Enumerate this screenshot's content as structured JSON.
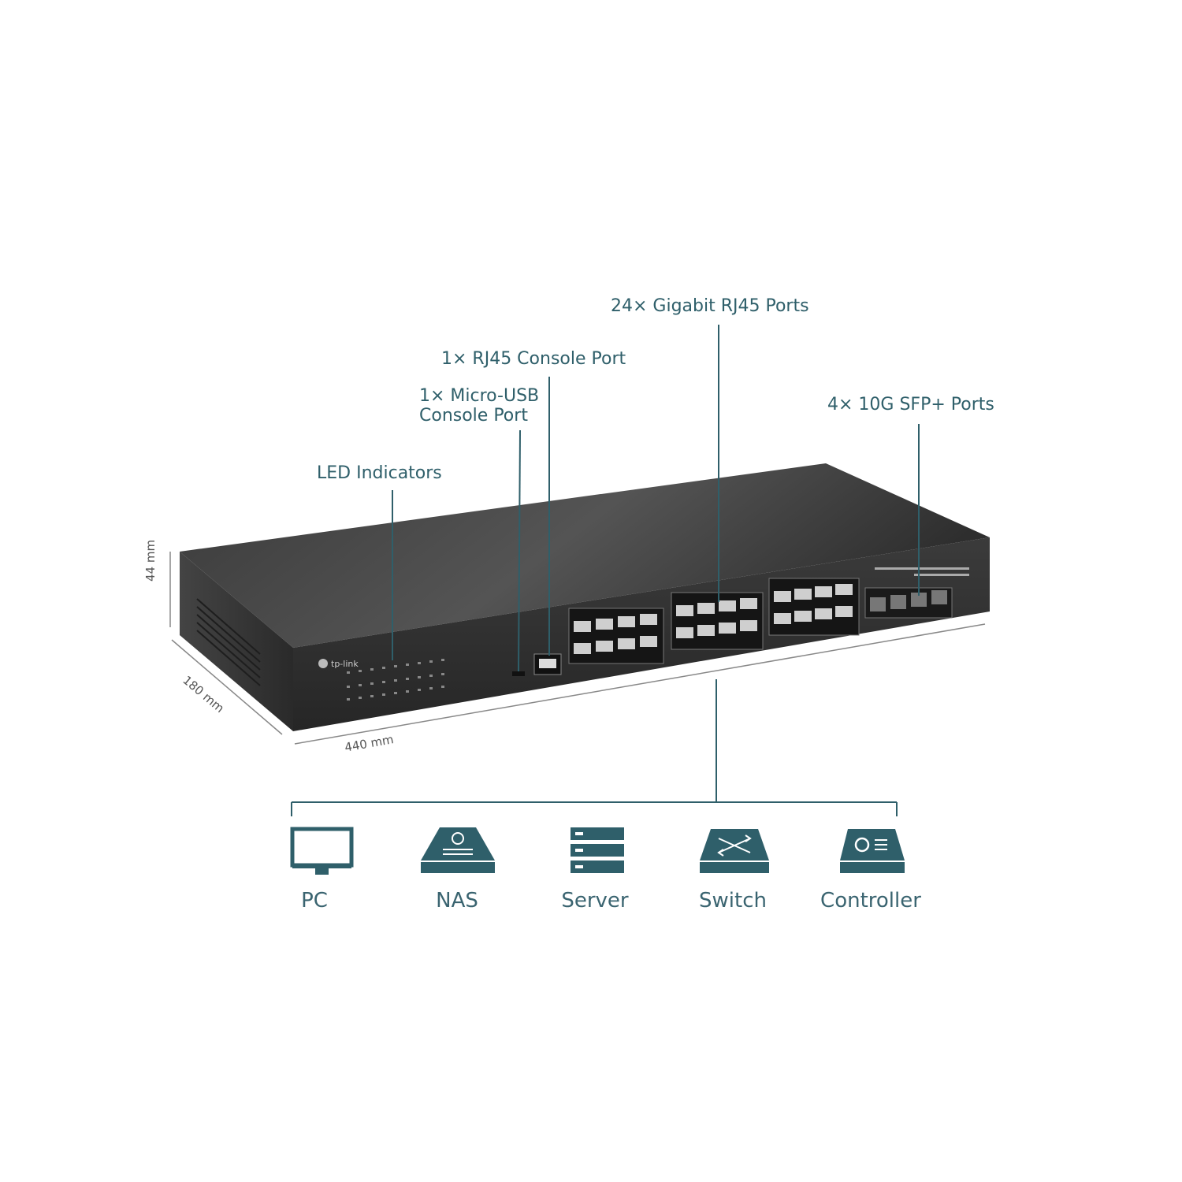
{
  "callouts": {
    "gigabit_ports": "24× Gigabit RJ45 Ports",
    "rj45_console": "1× RJ45 Console Port",
    "usb_console_line1": "1× Micro-USB",
    "usb_console_line2": "Console Port",
    "sfp_ports": "4× 10G SFP+ Ports",
    "led_indicators": "LED Indicators"
  },
  "dimensions": {
    "height": "44 mm",
    "depth": "180 mm",
    "width": "440 mm"
  },
  "devices": [
    {
      "label": "PC",
      "icon": "pc-monitor-icon"
    },
    {
      "label": "NAS",
      "icon": "nas-icon"
    },
    {
      "label": "Server",
      "icon": "server-icon"
    },
    {
      "label": "Switch",
      "icon": "switch-icon"
    },
    {
      "label": "Controller",
      "icon": "controller-icon"
    }
  ],
  "colors": {
    "accent": "#2f5f6a",
    "device_body": "#2b2b2b",
    "icon_fill": "#2f5f6a"
  }
}
